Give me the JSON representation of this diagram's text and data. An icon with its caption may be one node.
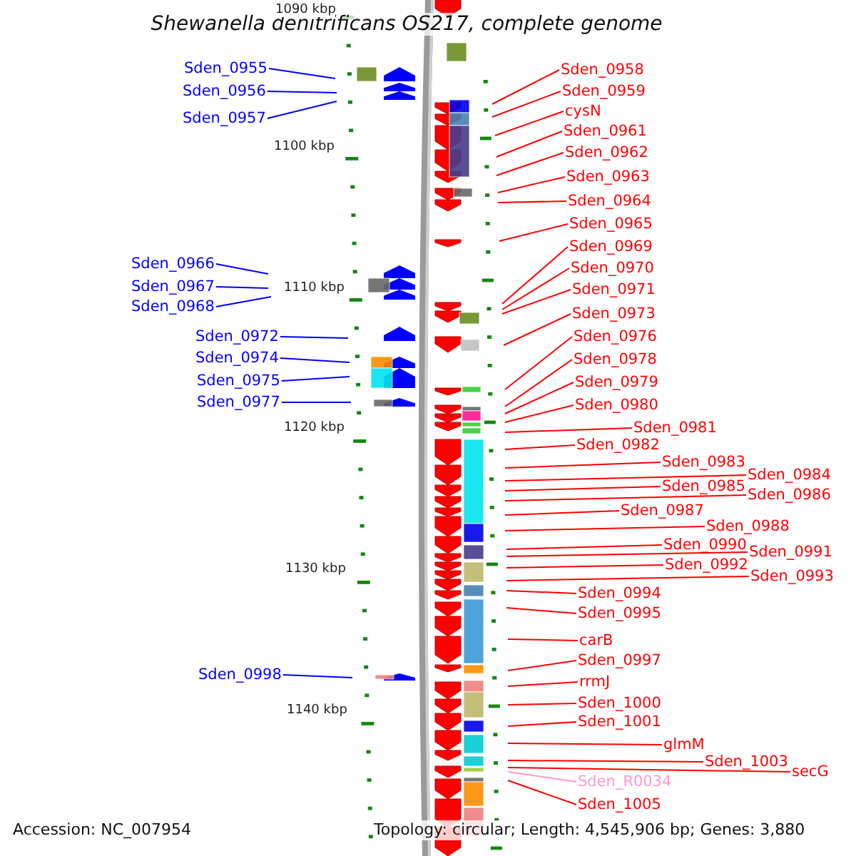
{
  "diagram": {
    "title": "Shewanella denitrificans OS217, complete genome",
    "nodes": [
      {
        "text": [
          "Sden_0955"
        ]
      },
      {
        "text": [
          "Sden_0956"
        ]
      },
      {
        "text": [
          "Sden_0957"
        ]
      },
      {
        "text": [
          "Sden_0966"
        ]
      },
      {
        "text": [
          "Sden_0967"
        ]
      },
      {
        "text": [
          "Sden_0968"
        ]
      },
      {
        "text": [
          "Sden_0972"
        ]
      },
      {
        "text": [
          "Sden_0974"
        ]
      },
      {
        "text": [
          "Sden_0975"
        ]
      },
      {
        "text": [
          "Sden_0977"
        ]
      },
      {
        "text": [
          "Sden_0998"
        ]
      },
      {
        "text": [
          "Sden_0958"
        ]
      },
      {
        "text": [
          "Sden_0959"
        ]
      },
      {
        "text": [
          "cysN"
        ]
      },
      {
        "text": [
          "Sden_0961"
        ]
      },
      {
        "text": [
          "Sden_0962"
        ]
      },
      {
        "text": [
          "Sden_0963"
        ]
      },
      {
        "text": [
          "Sden_0964"
        ]
      },
      {
        "text": [
          "Sden_0965"
        ]
      },
      {
        "text": [
          "Sden_0969"
        ]
      },
      {
        "text": [
          "Sden_0970"
        ]
      },
      {
        "text": [
          "Sden_0971"
        ]
      },
      {
        "text": [
          "Sden_0973"
        ]
      },
      {
        "text": [
          "Sden_0976"
        ]
      },
      {
        "text": [
          "Sden_0978"
        ]
      },
      {
        "text": [
          "Sden_0979"
        ]
      },
      {
        "text": [
          "Sden_0980"
        ]
      },
      {
        "text": [
          "Sden_0981"
        ]
      },
      {
        "text": [
          "Sden_0982"
        ]
      },
      {
        "text": [
          "Sden_0983"
        ]
      },
      {
        "text": [
          "Sden_0984"
        ]
      },
      {
        "text": [
          "Sden_0985"
        ]
      },
      {
        "text": [
          "Sden_0986"
        ]
      },
      {
        "text": [
          "Sden_0987"
        ]
      },
      {
        "text": [
          "Sden_0988"
        ]
      },
      {
        "text": [
          "Sden_0990"
        ]
      },
      {
        "text": [
          "Sden_0991"
        ]
      },
      {
        "text": [
          "Sden_0992"
        ]
      },
      {
        "text": [
          "Sden_0993"
        ]
      },
      {
        "text": [
          "Sden_0994"
        ]
      },
      {
        "text": [
          "Sden_0995"
        ]
      },
      {
        "text": [
          "carB"
        ]
      },
      {
        "text": [
          "Sden_0997"
        ]
      },
      {
        "text": [
          "rrmJ"
        ]
      },
      {
        "text": [
          "Sden_1000"
        ]
      },
      {
        "text": [
          "Sden_1001"
        ]
      },
      {
        "text": [
          "glmM"
        ]
      },
      {
        "text": [
          "Sden_1003"
        ]
      },
      {
        "text": [
          "secG"
        ]
      },
      {
        "text": [
          "Sden_R0034"
        ]
      },
      {
        "text": [
          "Sden_1005"
        ]
      }
    ],
    "edges": [
      {
        "from": 0,
        "to": null,
        "arrow": "none",
        "color": "#0000ff"
      },
      {
        "from": 1,
        "to": null,
        "arrow": "none",
        "color": "#0000ff"
      },
      {
        "from": 2,
        "to": null,
        "arrow": "none",
        "color": "#0000ff"
      },
      {
        "from": 3,
        "to": null,
        "arrow": "none",
        "color": "#0000ff"
      },
      {
        "from": 4,
        "to": null,
        "arrow": "none",
        "color": "#0000ff"
      },
      {
        "from": 5,
        "to": null,
        "arrow": "none",
        "color": "#0000ff"
      },
      {
        "from": 6,
        "to": null,
        "arrow": "none",
        "color": "#0000ff"
      },
      {
        "from": 7,
        "to": null,
        "arrow": "none",
        "color": "#0000ff"
      },
      {
        "from": 8,
        "to": null,
        "arrow": "none",
        "color": "#0000ff"
      },
      {
        "from": 9,
        "to": null,
        "arrow": "none",
        "color": "#0000ff"
      },
      {
        "from": 10,
        "to": null,
        "arrow": "none",
        "color": "#0000ff"
      },
      {
        "from": 11,
        "to": null,
        "arrow": "none"
      },
      {
        "from": 12,
        "to": null,
        "arrow": "none"
      },
      {
        "from": 13,
        "to": null,
        "arrow": "none"
      },
      {
        "from": 14,
        "to": null,
        "arrow": "none"
      },
      {
        "from": 15,
        "to": null,
        "arrow": "none"
      },
      {
        "from": 16,
        "to": null,
        "arrow": "none"
      },
      {
        "from": 17,
        "to": null,
        "arrow": "none"
      },
      {
        "from": 18,
        "to": null,
        "arrow": "none"
      },
      {
        "from": 19,
        "to": null,
        "arrow": "none"
      },
      {
        "from": 20,
        "to": null,
        "arrow": "none"
      },
      {
        "from": 21,
        "to": null,
        "arrow": "none"
      },
      {
        "from": 22,
        "to": null,
        "arrow": "none"
      },
      {
        "from": 23,
        "to": null,
        "arrow": "none"
      },
      {
        "from": 24,
        "to": null,
        "arrow": "none"
      },
      {
        "from": 25,
        "to": null,
        "arrow": "none"
      },
      {
        "from": 26,
        "to": null,
        "arrow": "none"
      },
      {
        "from": 27,
        "to": null,
        "arrow": "none"
      },
      {
        "from": 28,
        "to": null,
        "arrow": "none"
      },
      {
        "from": 29,
        "to": null,
        "arrow": "none"
      },
      {
        "from": 30,
        "to": null,
        "arrow": "none"
      },
      {
        "from": 31,
        "to": null,
        "arrow": "none"
      },
      {
        "from": 32,
        "to": null,
        "arrow": "none"
      },
      {
        "from": 33,
        "to": null,
        "arrow": "none"
      },
      {
        "from": 34,
        "to": null,
        "arrow": "none"
      },
      {
        "from": 35,
        "to": null,
        "arrow": "none"
      },
      {
        "from": 36,
        "to": null,
        "arrow": "none"
      },
      {
        "from": 37,
        "to": null,
        "arrow": "none"
      },
      {
        "from": 38,
        "to": null,
        "arrow": "none"
      },
      {
        "from": 39,
        "to": null,
        "arrow": "none"
      },
      {
        "from": 40,
        "to": null,
        "arrow": "none"
      },
      {
        "from": 41,
        "to": null,
        "arrow": "none"
      },
      {
        "from": 42,
        "to": null,
        "arrow": "none"
      },
      {
        "from": 43,
        "to": null,
        "arrow": "none"
      },
      {
        "from": 44,
        "to": null,
        "arrow": "none"
      },
      {
        "from": 45,
        "to": null,
        "arrow": "none"
      },
      {
        "from": 46,
        "to": null,
        "arrow": "none"
      },
      {
        "from": 47,
        "to": null,
        "arrow": "none"
      },
      {
        "from": 48,
        "to": null,
        "arrow": "none"
      },
      {
        "from": 49,
        "to": null,
        "arrow": "none",
        "color": "#ff99cc"
      },
      {
        "from": 50,
        "to": null,
        "arrow": "none"
      }
    ],
    "labels": [
      "1090 kbp",
      "1100 kbp",
      "1110 kbp",
      "1120 kbp",
      "1130 kbp",
      "1140 kbp",
      "Accession: NC_007954",
      "Topology: circular; Length: 4,545,906 bp; Genes: 3,880"
    ]
  }
}
